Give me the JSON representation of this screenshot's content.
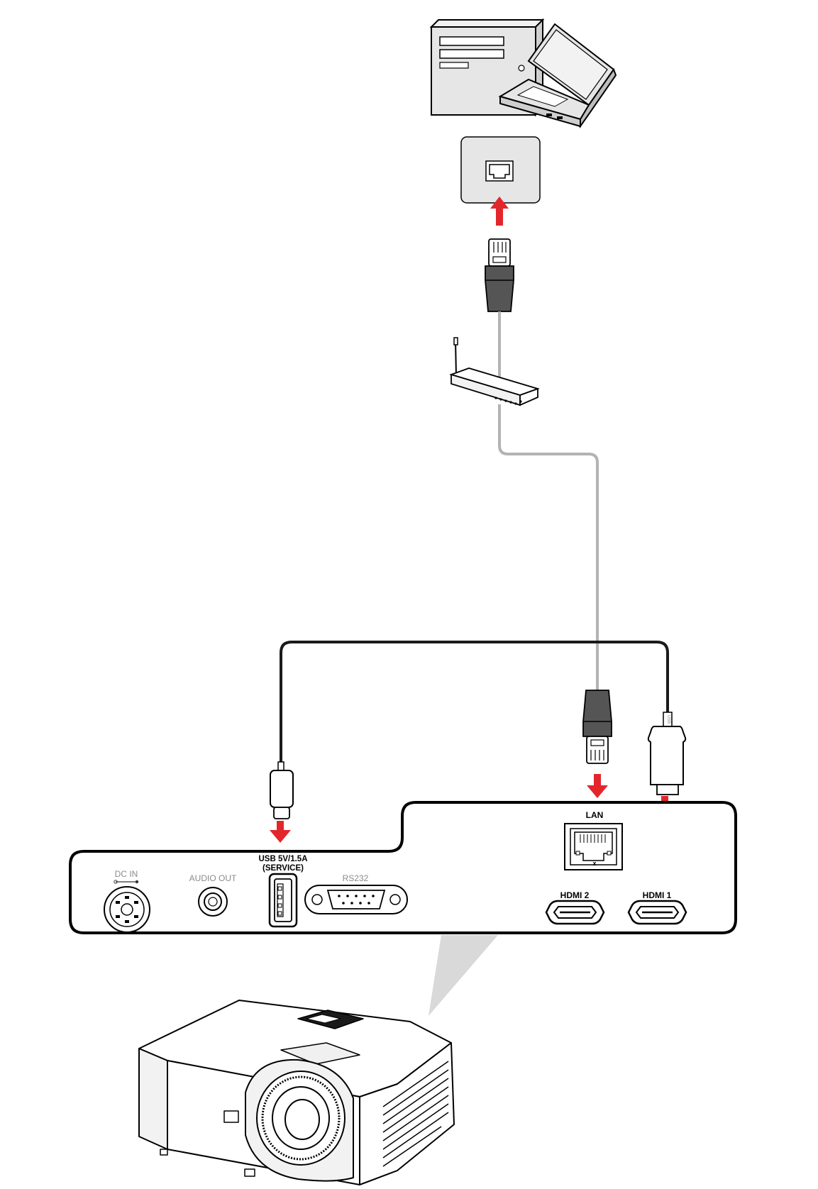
{
  "colors": {
    "arrow": "#e3262b",
    "cable_grey": "#b3b3b3",
    "cable_black": "#1a1a1a",
    "device_fill": "#e6e6e6",
    "plug_dark": "#555555"
  },
  "ports": {
    "dc_in": "DC IN",
    "audio_out": "AUDIO OUT",
    "usb_line1": "USB 5V/1.5A",
    "usb_line2": "(SERVICE)",
    "rs232": "RS232",
    "lan": "LAN",
    "hdmi2": "HDMI 2",
    "hdmi1": "HDMI 1"
  },
  "connector_marks": {
    "usb_plug_mark": "USB",
    "lan_port_mark": "x"
  },
  "icons": [
    "desktop-computer-icon",
    "laptop-icon",
    "wall-lan-jack-icon",
    "router-icon",
    "rj45-plug-icon",
    "usb-a-plug-icon",
    "usb-c-plug-icon",
    "projector-icon"
  ]
}
